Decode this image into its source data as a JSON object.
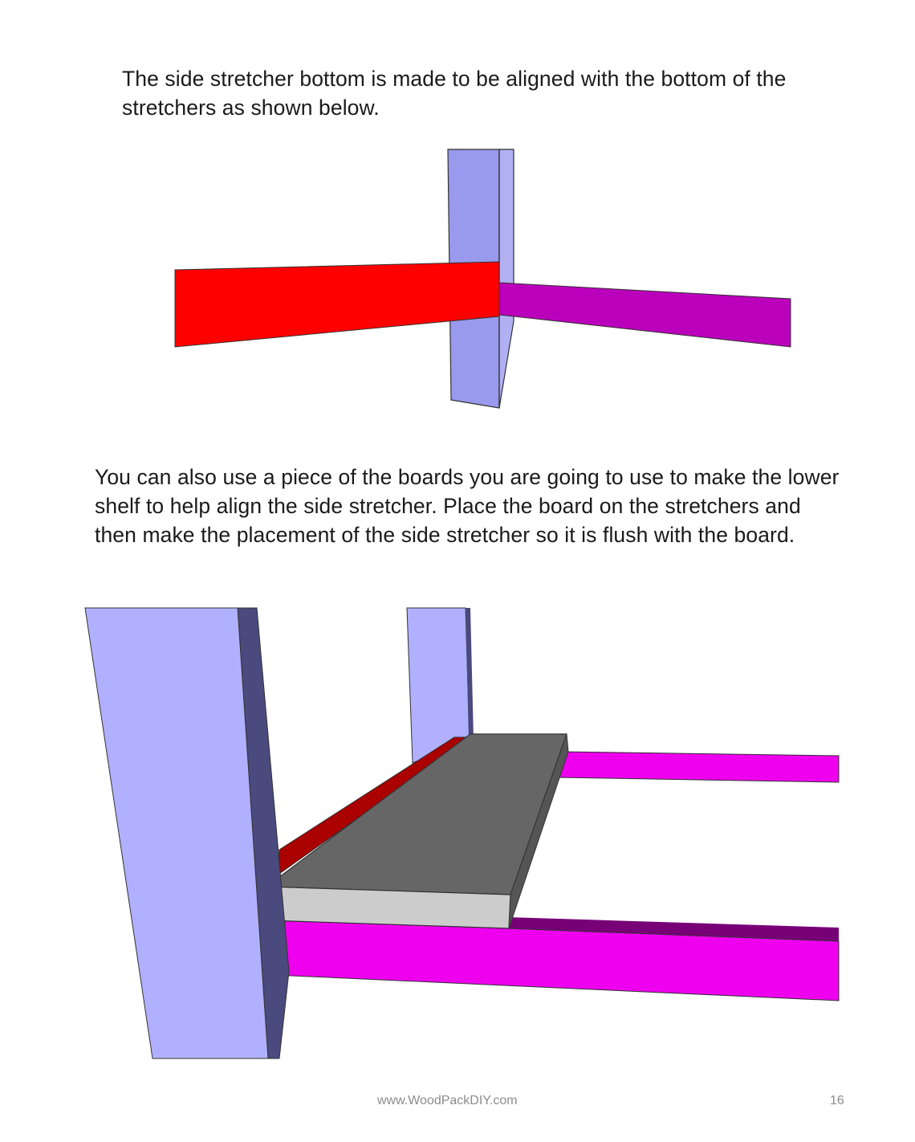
{
  "paragraphs": [
    {
      "lines": [
        "The side stretcher bottom is made to be aligned with the bottom of the",
        "stretchers as shown below."
      ]
    },
    {
      "lines": [
        "You can also use a piece of the boards you are going to use to make the lower",
        "shelf to help align the side stretcher. Place the board on the stretchers and",
        "then make the placement of the side stretcher so it is flush with the board."
      ]
    }
  ],
  "figures": [
    {
      "parts": [
        "leg",
        "side-stretcher",
        "stretcher"
      ],
      "colors": {
        "leg_front": "#9999ee",
        "leg_side": "#b0b0f2",
        "side_stretcher": "#ff0000",
        "stretcher": "#bb00bb"
      }
    },
    {
      "parts": [
        "leg",
        "back-leg",
        "board",
        "side-stretcher",
        "stretcher"
      ],
      "colors": {
        "leg_front": "#b0b0ff",
        "leg_side": "#4a4a7e",
        "board_top": "#666666",
        "board_edge": "#cccccc",
        "side_stretcher": "#aa0000",
        "stretcher": "#ee00ee",
        "stretcher_top": "#770077"
      }
    }
  ],
  "footer": {
    "url": "www.WoodPackDIY.com",
    "page_number": "16"
  }
}
